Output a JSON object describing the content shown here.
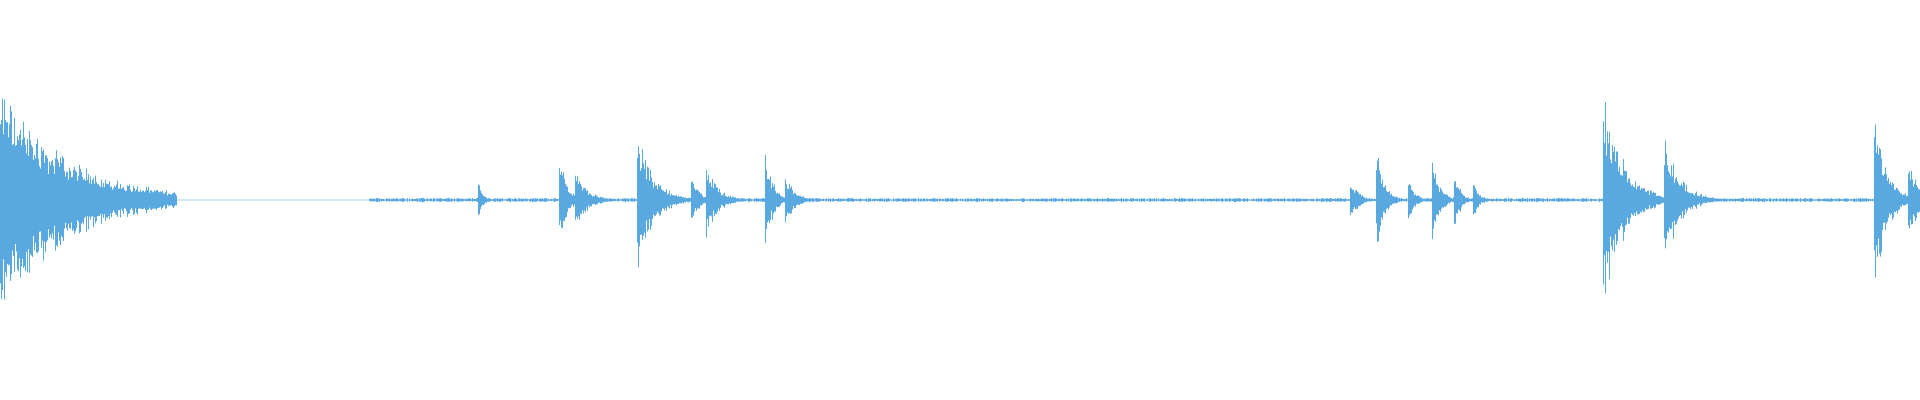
{
  "waveform": {
    "color": "#5aa8e0",
    "background": "#ffffff",
    "transients": [
      {
        "t": 0.0,
        "amp": 0.92,
        "decay": 0.035
      },
      {
        "t": 0.2485,
        "amp": 0.26,
        "decay": 0.002
      },
      {
        "t": 0.291,
        "amp": 0.4,
        "decay": 0.004
      },
      {
        "t": 0.299,
        "amp": 0.3,
        "decay": 0.006
      },
      {
        "t": 0.3315,
        "amp": 0.6,
        "decay": 0.008
      },
      {
        "t": 0.3595,
        "amp": 0.24,
        "decay": 0.004
      },
      {
        "t": 0.3675,
        "amp": 0.32,
        "decay": 0.006
      },
      {
        "t": 0.398,
        "amp": 0.44,
        "decay": 0.004
      },
      {
        "t": 0.4085,
        "amp": 0.22,
        "decay": 0.005
      },
      {
        "t": 0.703,
        "amp": 0.2,
        "decay": 0.004
      },
      {
        "t": 0.7165,
        "amp": 0.45,
        "decay": 0.004
      },
      {
        "t": 0.733,
        "amp": 0.24,
        "decay": 0.003
      },
      {
        "t": 0.7455,
        "amp": 0.36,
        "decay": 0.004
      },
      {
        "t": 0.757,
        "amp": 0.28,
        "decay": 0.003
      },
      {
        "t": 0.767,
        "amp": 0.16,
        "decay": 0.003
      },
      {
        "t": 0.8345,
        "amp": 0.93,
        "decay": 0.01
      },
      {
        "t": 0.8665,
        "amp": 0.56,
        "decay": 0.008
      },
      {
        "t": 0.976,
        "amp": 0.82,
        "decay": 0.006
      },
      {
        "t": 0.9935,
        "amp": 0.36,
        "decay": 0.006
      }
    ],
    "silent_ranges": [
      [
        0.092,
        0.192
      ]
    ],
    "noise_floor": 0.012
  }
}
